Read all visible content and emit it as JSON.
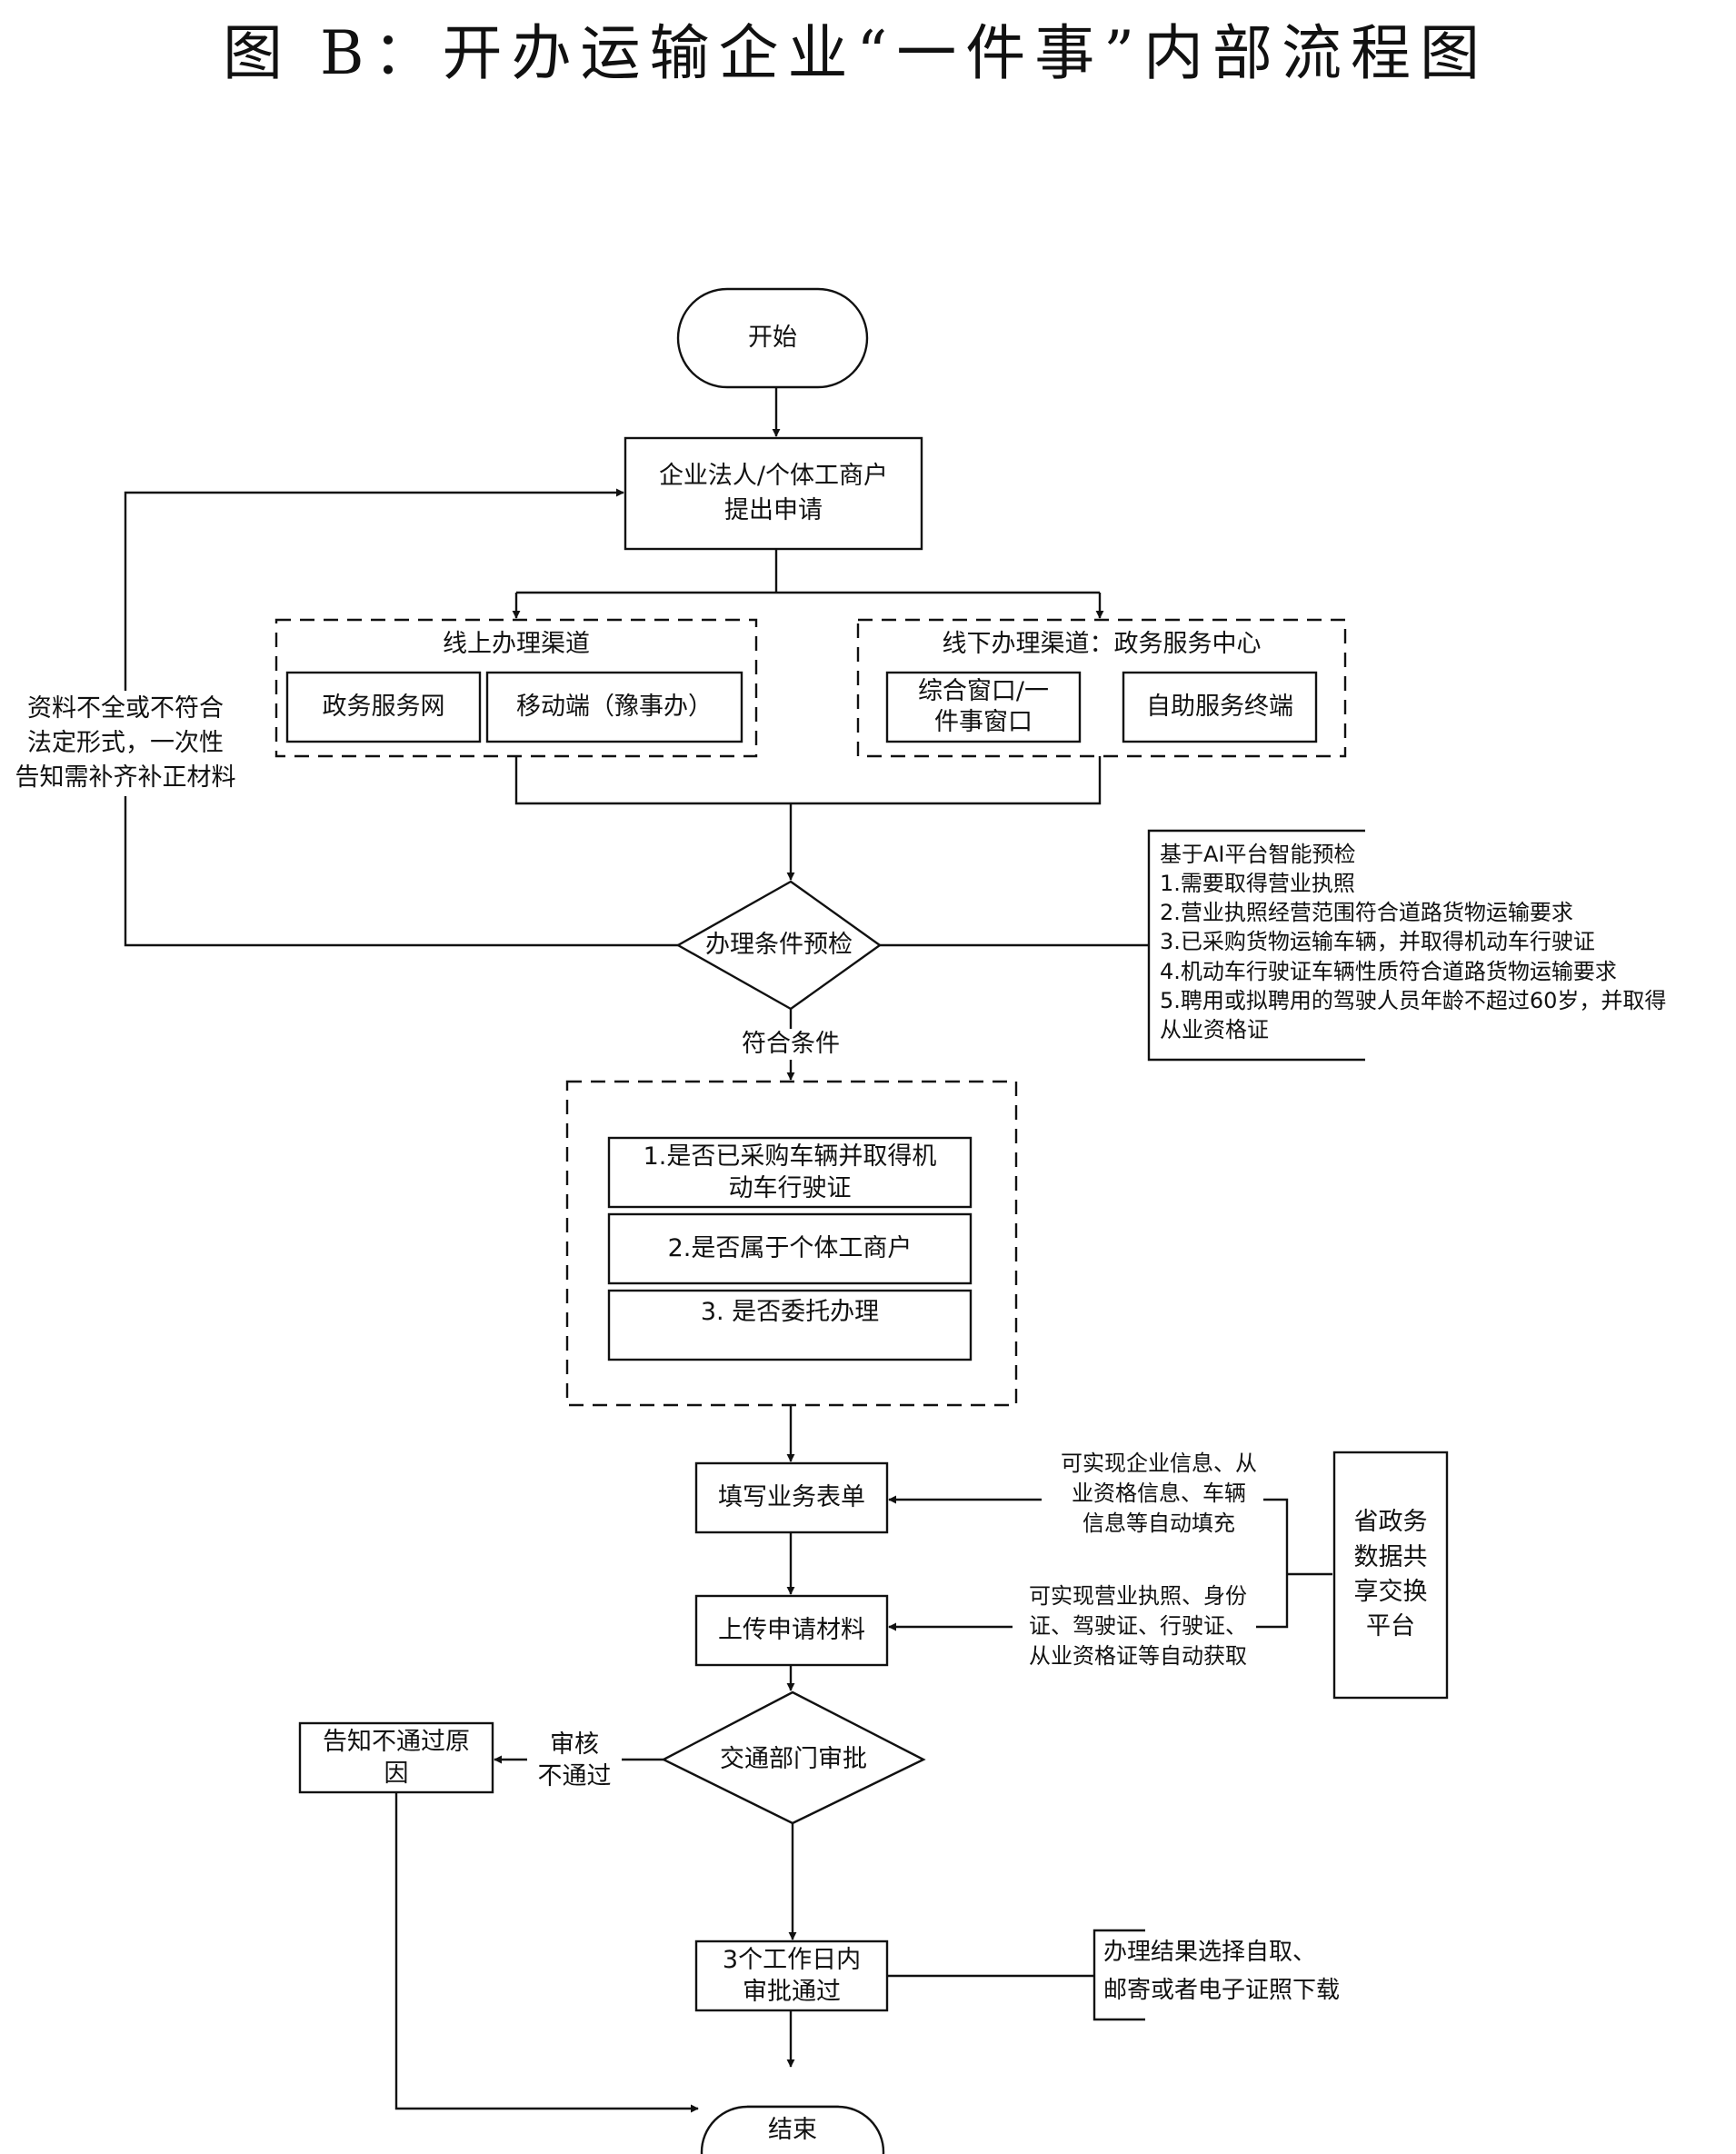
{
  "title": "图 B：开办运输企业“一件事”内部流程图",
  "nodes": {
    "start": "开始",
    "apply": [
      "企业法人/个体工商户",
      "提出申请"
    ],
    "online_channel": "线上办理渠道",
    "gov_service_net": "政务服务网",
    "mobile": "移动端（豫事办）",
    "offline_channel": "线下办理渠道：政务服务中心",
    "window": [
      "综合窗口/一",
      "件事窗口"
    ],
    "self_service": "自助服务终端",
    "precheck": "办理条件预检",
    "q1": [
      "1.是否已采购车辆并取得机",
      "动车行驶证"
    ],
    "q2": "2.是否属于个体工商户",
    "q3": "3. 是否委托办理",
    "fill_form": "填写业务表单",
    "upload": "上传申请材料",
    "review": "交通部门审批",
    "reject_notice": [
      "告知不通过原",
      "因"
    ],
    "approved": [
      "3个工作日内",
      "审批通过"
    ],
    "end": "结束",
    "platform": [
      "省政务",
      "数据共",
      "享交换",
      "平台"
    ]
  },
  "labels": {
    "incomplete": [
      "资料不全或不符合",
      "法定形式，一次性",
      "告知需补齐补正材料"
    ],
    "meets": "符合条件",
    "review_fail": [
      "审核",
      "不通过"
    ],
    "autofill": [
      "可实现企业信息、从",
      "业资格信息、车辆",
      "信息等自动填充"
    ],
    "autoget": [
      "可实现营业执照、身份",
      "证、驾驶证、行驶证、",
      "从业资格证等自动获取"
    ],
    "result": [
      "办理结果选择自取、",
      "邮寄或者电子证照下载"
    ]
  },
  "ai_note": [
    "基于AI平台智能预检",
    "1.需要取得营业执照",
    "2.营业执照经营范围符合道路货物运输要求",
    "3.已采购货物运输车辆，并取得机动车行驶证",
    "4.机动车行驶证车辆性质符合道路货物运输要求",
    "5.聘用或拟聘用的驾驶人员年龄不超过60岁，并取得",
    "从业资格证"
  ]
}
